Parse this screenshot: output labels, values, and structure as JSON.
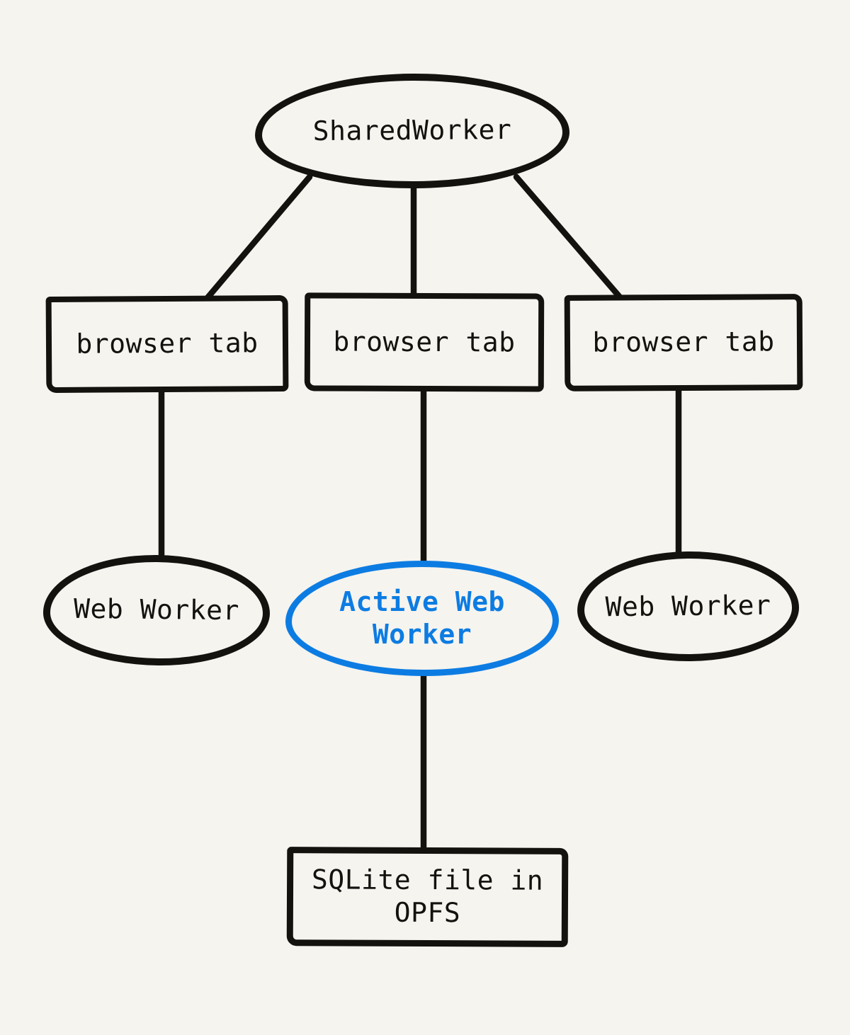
{
  "diagram": {
    "type": "node-link architecture diagram",
    "colors": {
      "background": "#f5f4ef",
      "stroke": "#14120f",
      "accent": "#0d7ce2"
    },
    "nodes": {
      "shared_worker": {
        "label": "SharedWorker",
        "shape": "ellipse"
      },
      "browser_tab_1": {
        "label": "browser tab",
        "shape": "rectangle"
      },
      "browser_tab_2": {
        "label": "browser tab",
        "shape": "rectangle"
      },
      "browser_tab_3": {
        "label": "browser tab",
        "shape": "rectangle"
      },
      "web_worker_left": {
        "label": "Web Worker",
        "shape": "ellipse"
      },
      "active_web_worker": {
        "label": "Active Web Worker",
        "shape": "ellipse",
        "highlighted": true,
        "highlight_color": "#0d7ce2"
      },
      "web_worker_right": {
        "label": "Web Worker",
        "shape": "ellipse"
      },
      "sqlite_opfs": {
        "label": "SQLite file in OPFS",
        "shape": "rectangle"
      }
    },
    "edges": [
      {
        "from": "shared_worker",
        "to": "browser_tab_1"
      },
      {
        "from": "shared_worker",
        "to": "browser_tab_2"
      },
      {
        "from": "shared_worker",
        "to": "browser_tab_3"
      },
      {
        "from": "browser_tab_1",
        "to": "web_worker_left"
      },
      {
        "from": "browser_tab_2",
        "to": "active_web_worker"
      },
      {
        "from": "browser_tab_3",
        "to": "web_worker_right"
      },
      {
        "from": "active_web_worker",
        "to": "sqlite_opfs"
      }
    ]
  }
}
